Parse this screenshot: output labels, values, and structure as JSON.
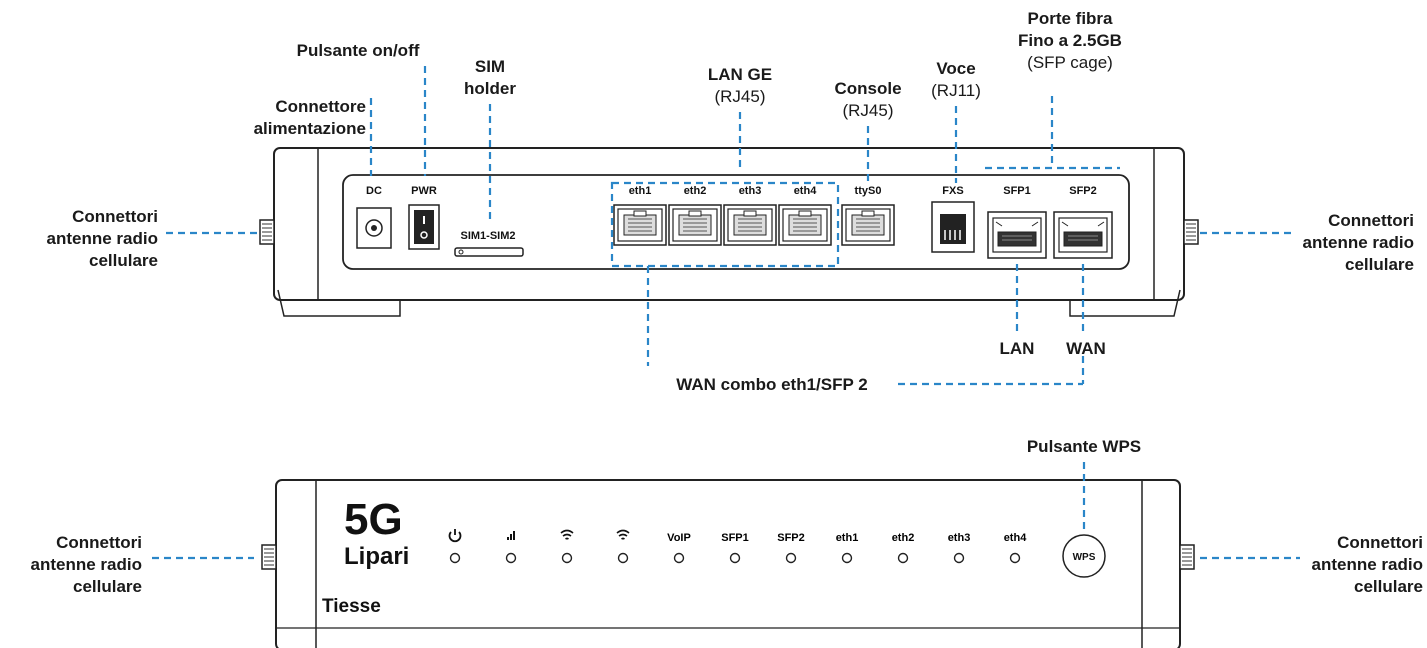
{
  "colors": {
    "callout_line": "#2a86c8",
    "outline": "#222222",
    "text": "#1a1a1a"
  },
  "rear_labels": {
    "pwr_button": "Pulsante on/off",
    "power_connector": [
      "Connettore",
      "alimentazione"
    ],
    "sim": [
      "SIM",
      "holder"
    ],
    "lan": {
      "title": "LAN GE",
      "sub": "(RJ45)"
    },
    "console": {
      "title": "Console",
      "sub": "(RJ45)"
    },
    "voice": {
      "title": "Voce",
      "sub": "(RJ11)"
    },
    "fiber": {
      "line1": "Porte fibra",
      "line2": "Fino a 2.5GB",
      "sub": "(SFP cage)"
    },
    "antenna_left": [
      "Connettori",
      "antenne radio",
      "cellulare"
    ],
    "antenna_right": [
      "Connettori",
      "antenne radio",
      "cellulare"
    ],
    "lan_port": "LAN",
    "wan_port": "WAN",
    "wan_combo": "WAN combo eth1/SFP 2"
  },
  "rear_panel": {
    "dc": "DC",
    "pwr": "PWR",
    "sim": "SIM1-SIM2",
    "eth": [
      "eth1",
      "eth2",
      "eth3",
      "eth4"
    ],
    "console": "ttyS0",
    "fxs": "FXS",
    "sfp1": "SFP1",
    "sfp2": "SFP2"
  },
  "front_labels": {
    "wps_button": "Pulsante WPS",
    "antenna_left": [
      "Connettori",
      "antenne radio",
      "cellulare"
    ],
    "antenna_right": [
      "Connettori",
      "antenne radio",
      "cellulare"
    ]
  },
  "front_panel": {
    "logo_main": "5G",
    "logo_sub": "Lipari",
    "brand": "Tiesse",
    "leds": [
      {
        "label": "",
        "icon": "power-icon"
      },
      {
        "label": "",
        "icon": "signal-bars-icon"
      },
      {
        "label": "",
        "icon": "wifi-icon"
      },
      {
        "label": "",
        "icon": "wifi-icon"
      },
      {
        "label": "VoIP"
      },
      {
        "label": "SFP1"
      },
      {
        "label": "SFP2"
      },
      {
        "label": "eth1"
      },
      {
        "label": "eth2"
      },
      {
        "label": "eth3"
      },
      {
        "label": "eth4"
      }
    ],
    "wps": "WPS"
  }
}
